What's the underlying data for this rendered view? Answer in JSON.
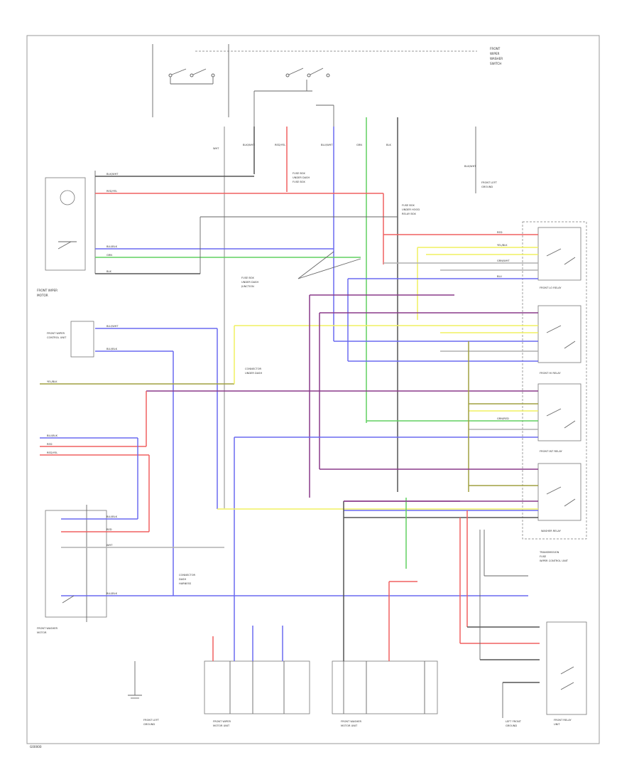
{
  "colors": {
    "red": "#f06060",
    "blue": "#6a6af0",
    "green": "#60d060",
    "yellow": "#f0f060",
    "purple": "#8a3a8a",
    "olive": "#a0a040",
    "gray": "#b0b0b0",
    "black": "#555555",
    "frame": "#999999"
  },
  "page_code": "G00000",
  "components": {
    "main_switch": [
      "FRONT",
      "WIPER",
      "WASHER",
      "SWITCH"
    ],
    "front_washer_motor": [
      "FRONT WASHER",
      "MOTOR"
    ],
    "front_wiper_motor": [
      "FRONT WIPER",
      "MOTOR"
    ],
    "left_relay_box": [
      "FRONT WIPER",
      "CONTROL UNIT"
    ],
    "ground_left": [
      "FRONT LEFT",
      "GROUND"
    ],
    "relay_1": "FRONT LO RELAY",
    "relay_2": "FRONT HI RELAY",
    "relay_3": "FRONT INT RELAY",
    "relay_4": "WASHER RELAY",
    "module_right": [
      "TRANSMISSION",
      "FUSE",
      "WIPER CONTROL UNIT"
    ],
    "bottom_left_unit": [
      "FRONT WIPER",
      "MOTOR UNIT"
    ],
    "bottom_center_unit": [
      "FRONT WASHER",
      "MOTOR UNIT"
    ],
    "right_relay_small": [
      "FRONT RELAY",
      "UNIT"
    ],
    "ground_right": [
      "LEFT FRONT",
      "GROUND"
    ]
  },
  "connector_notes": [
    [
      "FUSE BOX",
      "UNDER DASH",
      "FUSE BOX"
    ],
    [
      "FUSE BOX",
      "UNDER HOOD",
      "RELAY BOX"
    ],
    [
      "FUSE BOX",
      "UNDER DASH",
      "JUNCTION"
    ],
    [
      "CONNECTOR",
      "UNDER DASH"
    ],
    [
      "CONNECTOR",
      "DASH",
      "HARNESS"
    ]
  ],
  "wire_labels": {
    "blk_wht": "BLK/WHT",
    "blu_wht": "BLU/WHT",
    "blu_blk": "BLU/BLK",
    "grn_red": "GRN/RED",
    "red_yel": "RED/YEL",
    "yel_blk": "YEL/BLK",
    "grn_wht": "GRN/WHT",
    "blk": "BLK",
    "wht": "WHT",
    "red": "RED",
    "blu": "BLU",
    "grn": "GRN"
  }
}
